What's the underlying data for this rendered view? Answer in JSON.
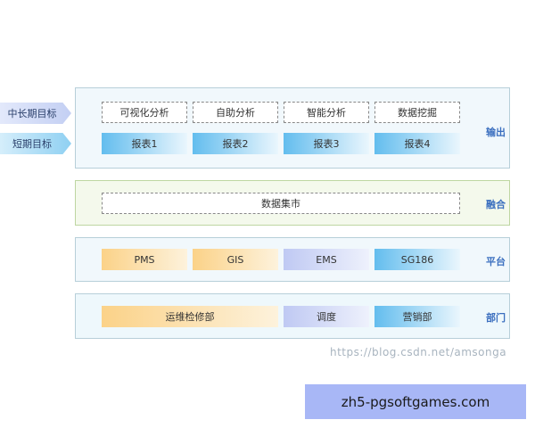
{
  "goals": [
    "中长期目标",
    "短期目标"
  ],
  "output": {
    "label": "输出",
    "analysis": [
      "可视化分析",
      "自助分析",
      "智能分析",
      "数据挖掘"
    ],
    "reports": [
      "报表1",
      "报表2",
      "报表3",
      "报表4"
    ]
  },
  "fusion": {
    "label": "融合",
    "box": "数据集市"
  },
  "platform": {
    "label": "平台",
    "systems": [
      "PMS",
      "GIS",
      "EMS",
      "SG186"
    ]
  },
  "department": {
    "label": "部门",
    "items": [
      "运维检修部",
      "调度",
      "营销部"
    ]
  },
  "watermark": "https://blog.csdn.net/amsonga",
  "ad_banner": "zh5-pgsoftgames.com"
}
